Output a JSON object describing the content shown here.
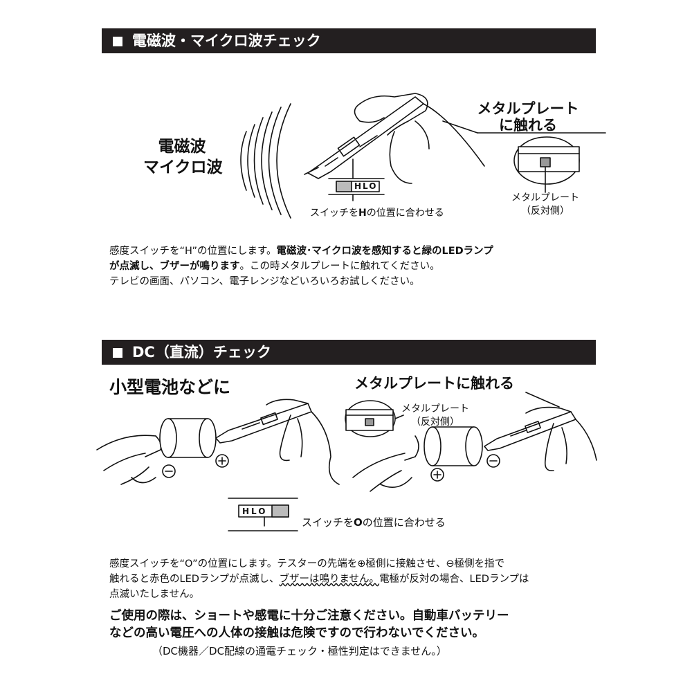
{
  "section1": {
    "title": "電磁波・マイクロ波チェック",
    "wave_label_line1": "電磁波",
    "wave_label_line2": "マイクロ波",
    "touch_label_line1": "メタルプレート",
    "touch_label_line2": "に触れる",
    "switch_letters": "HLO",
    "switch_caption_pre": "スイッチを",
    "switch_caption_bold": "H",
    "switch_caption_post": "の位置に合わせる",
    "plate_caption_line1": "メタルプレート",
    "plate_caption_line2": "（反対側）",
    "desc_line1_normal": "感度スイッチを“H”の位置にします。",
    "desc_line1_bold": "電磁波･マイクロ波を感知すると緑のLEDランプ",
    "desc_line2_bold": "が点滅し、ブザーが鳴ります",
    "desc_line2_normal": "。この時メタルプレートに触れてください。",
    "desc_line3": "テレビの画面、パソコン、電子レンジなどいろいろお試しください。"
  },
  "section2": {
    "title": "DC（直流）チェック",
    "left_label": "小型電池などに",
    "right_label": "メタルプレートに触れる",
    "plate_caption_line1": "メタルプレート",
    "plate_caption_line2": "（反対側）",
    "switch_letters": "HLO",
    "switch_caption_pre": "スイッチを",
    "switch_caption_bold": "O",
    "switch_caption_post": "の位置に合わせる",
    "minus_symbol": "−",
    "plus_symbol": "+",
    "desc_line1": "感度スイッチを“O”の位置にします。テスターの先端を⊕極側に接触させ、⊖極側を指で",
    "desc_line2_a": "触れると赤色のLEDランプが点滅し、",
    "desc_line2_b": "ブザーは鳴りません。",
    "desc_line2_c": "電極が反対の場合、LEDランプは",
    "desc_line3": "点滅いたしません。",
    "warning_line1": "ご使用の際は、ショートや感電に十分ご注意ください。自動車バッテリー",
    "warning_line2": "などの高い電圧への人体の接触は危険ですので行わないでください。",
    "note": "（DC機器／DC配線の通電チェック・極性判定はできません。）"
  }
}
